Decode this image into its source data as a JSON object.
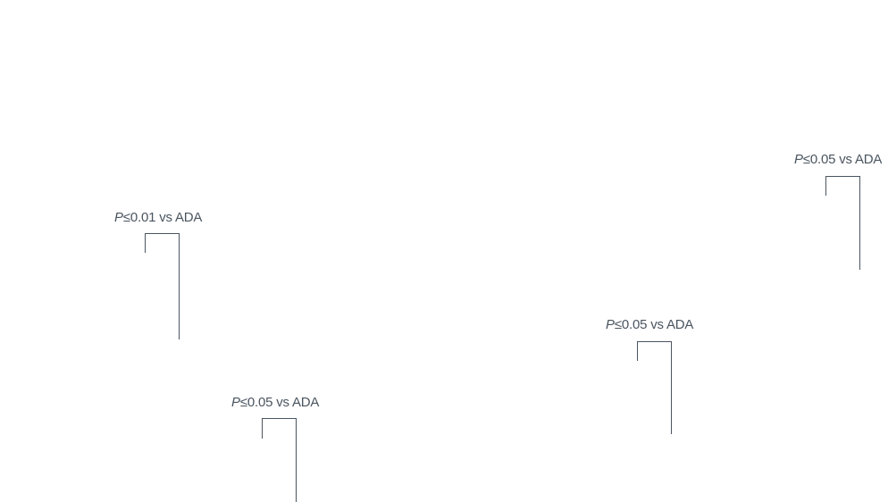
{
  "chart_data": {
    "type": "bar",
    "annotations": [
      {
        "p_letter": "P",
        "text": "≤0.01 vs ADA"
      },
      {
        "p_letter": "P",
        "text": "≤0.05 vs ADA"
      },
      {
        "p_letter": "P",
        "text": "≤0.05 vs ADA"
      },
      {
        "p_letter": "P",
        "text": "≤0.05 vs ADA"
      }
    ]
  },
  "colors": {
    "annotation_text": "#4a5560",
    "bracket_line": "#4a5560",
    "background": "#ffffff"
  }
}
